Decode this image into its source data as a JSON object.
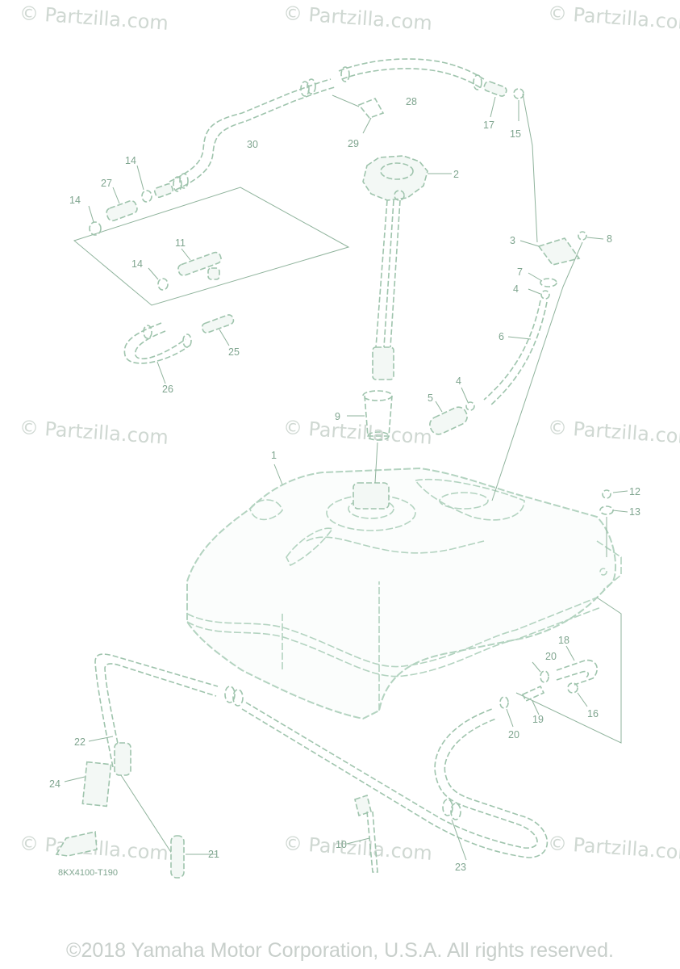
{
  "watermark_text": "© Partzilla.com",
  "diagram_code": "8KX4100-T190",
  "copyright": "©2018 Yamaha Motor Corporation, U.S.A. All rights reserved.",
  "callouts": {
    "p1": "1",
    "p2": "2",
    "p3": "3",
    "p4a": "4",
    "p4b": "4",
    "p5": "5",
    "p6": "6",
    "p7": "7",
    "p8": "8",
    "p9": "9",
    "p10": "10",
    "p11": "11",
    "p12": "12",
    "p13": "13",
    "p14a": "14",
    "p14b": "14",
    "p14c": "14",
    "p15": "15",
    "p16": "16",
    "p17": "17",
    "p18": "18",
    "p19": "19",
    "p20a": "20",
    "p20b": "20",
    "p21": "21",
    "p22": "22",
    "p23": "23",
    "p24": "24",
    "p25": "25",
    "p26": "26",
    "p27": "27",
    "p28": "28",
    "p29": "29",
    "p30": "30"
  },
  "colors": {
    "line": "#9fc4ad",
    "label": "#7fa58f",
    "watermark": "#cfd8d2"
  }
}
